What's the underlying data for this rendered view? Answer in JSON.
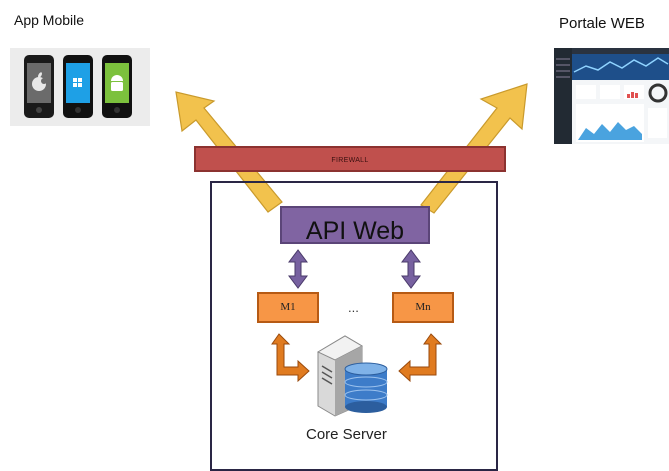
{
  "labels": {
    "app_mobile": "App Mobile",
    "portale_web": "Portale WEB",
    "firewall": "FIREWALL",
    "api_web": "API Web",
    "module_first": "M1",
    "module_last": "Mn",
    "ellipsis": "...",
    "core_server": "Core Server"
  },
  "colors": {
    "firewall": "#c0504d",
    "api_box": "#8064a2",
    "modules": "#f79646",
    "up_arrows": "#f2c24d",
    "bidirectional_arrows": "#7761a0",
    "server_arrows": "#e07b20"
  },
  "icons": [
    "smartphone-icon",
    "apple-logo-icon",
    "windows-logo-icon",
    "android-logo-icon",
    "web-dashboard-thumbnail",
    "server-icon",
    "database-icon"
  ]
}
